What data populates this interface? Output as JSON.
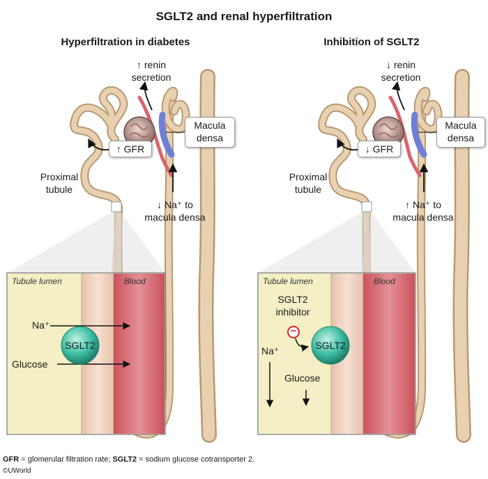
{
  "title": "SGLT2 and renal hyperfiltration",
  "left": {
    "heading": "Hyperfiltration in diabetes",
    "renin_line1": "↑ renin",
    "renin_line2": "secretion",
    "gfr": "↑ GFR",
    "macula_line1": "Macula",
    "macula_line2": "densa",
    "proximal_line1": "Proximal",
    "proximal_line2": "tubule",
    "na_line1": "↓ Na⁺ to",
    "na_line2": "macula densa",
    "lumen": "Tubule lumen",
    "blood": "Blood",
    "na": "Na⁺",
    "sglt2": "SGLT2",
    "glucose": "Glucose"
  },
  "right": {
    "heading": "Inhibition of SGLT2",
    "renin_line1": "↓ renin",
    "renin_line2": "secretion",
    "gfr": "↓ GFR",
    "macula_line1": "Macula",
    "macula_line2": "densa",
    "proximal_line1": "Proximal",
    "proximal_line2": "tubule",
    "na_line1": "↑ Na⁺ to",
    "na_line2": "macula densa",
    "lumen": "Tubule lumen",
    "blood": "Blood",
    "inhibitor_line1": "SGLT2",
    "inhibitor_line2": "inhibitor",
    "inhibit_symbol": "−",
    "na": "Na⁺",
    "sglt2": "SGLT2",
    "glucose": "Glucose"
  },
  "footer": {
    "gfr_abbr": "GFR",
    "gfr_def": " = glomerular filtration rate; ",
    "sglt2_abbr": "SGLT2",
    "sglt2_def": " = sodium glucose cotransporter 2."
  },
  "copyright": "©UWorld",
  "colors": {
    "tubule": "#e2c9a6",
    "tubule_edge": "#b89872",
    "lumen": "#f4efc4",
    "membrane": "#f0d3c1",
    "blood": "#d97a80",
    "transporter": "#3fbfa4",
    "afferent": "#d9646b",
    "macula": "#6d7fd9"
  }
}
